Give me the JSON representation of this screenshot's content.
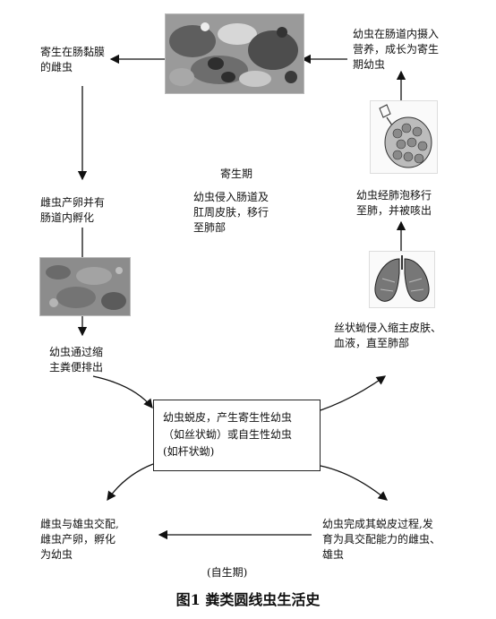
{
  "title": "图1    粪类圆线虫生活史",
  "nodes": {
    "top_left": "寄生在肠黏膜\n的雌虫",
    "left_mid": "雌虫产卵并有\n肠道内孵化",
    "left_lower": "幼虫通过缩\n主粪便排出",
    "top_right": "幼虫在肠道内摄入\n营养，成长为寄生\n期幼虫",
    "right_mid": "幼虫经肺泡移行\n至肺，并被咳出",
    "right_lower": "丝状蚴侵入缩主皮肤、\n血液，直至肺部",
    "center_heading": "寄生期",
    "center_desc": "幼虫侵入肠道及\n肛周皮肤，移行\n至肺部",
    "box_text": "幼虫蜕皮，产生寄生性幼虫\n（如丝状蚴）或自生性幼虫\n(如杆状蚴)",
    "bottom_left": "雌虫与雄虫交配,\n雌虫产卵，孵化\n为幼虫",
    "bottom_right": "幼虫完成其蜕皮过程,发\n育为具交配能力的雌虫、\n雄虫",
    "bottom_phase": "(自生期)"
  },
  "images": {
    "mucosa": "intestinal-mucosa-micrograph",
    "eggs": "egg-micrograph",
    "alveoli": "alveoli-sketch",
    "lungs": "lungs-sketch"
  }
}
